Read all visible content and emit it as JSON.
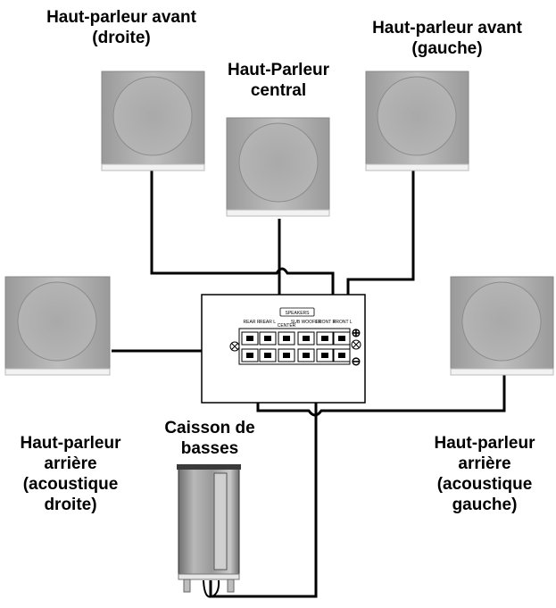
{
  "labels": {
    "front_right": [
      "Haut-parleur avant",
      "(droite)"
    ],
    "center": [
      "Haut-Parleur",
      "central"
    ],
    "front_left": [
      "Haut-parleur avant",
      "(gauche)"
    ],
    "subwoofer": [
      "Caisson de",
      "basses"
    ],
    "rear_right": [
      "Haut-parleur",
      "arrière",
      "(acoustique",
      "droite)"
    ],
    "rear_left": [
      "Haut-parleur",
      "arrière",
      "(acoustique",
      "gauche)"
    ]
  },
  "panel": {
    "title": "SPEAKERS",
    "terminals": [
      "REAR R",
      "REAR L",
      "CENTER",
      "SUB WOOFER",
      "FRONT R",
      "FRONT L"
    ],
    "plus": "⊕",
    "minus": "⊖"
  }
}
